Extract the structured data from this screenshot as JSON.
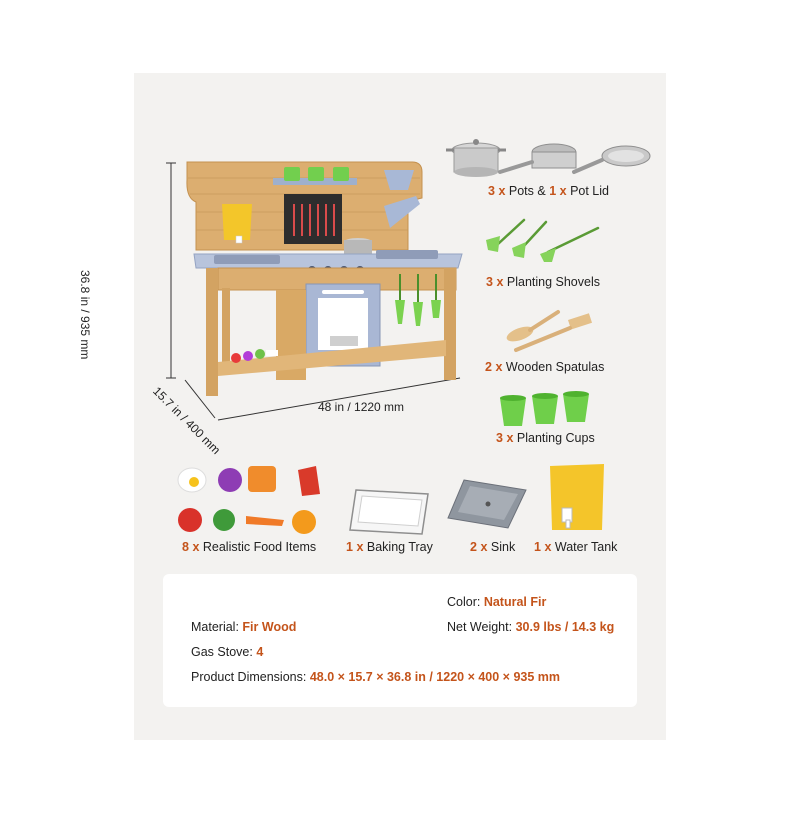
{
  "dimensions": {
    "height": "36.8 in / 935 mm",
    "width": "48 in / 1220 mm",
    "depth": "15.7 in / 400 mm"
  },
  "accessories": [
    {
      "qty": "3",
      "sep": "x",
      "name": "Pots &",
      "qty2": "1",
      "sep2": "x",
      "name2": "Pot Lid"
    },
    {
      "qty": "3",
      "sep": "x",
      "name": "Planting Shovels"
    },
    {
      "qty": "2",
      "sep": "x",
      "name": "Wooden Spatulas"
    },
    {
      "qty": "3",
      "sep": "x",
      "name": "Planting Cups"
    },
    {
      "qty": "8",
      "sep": "x",
      "name": "Realistic Food Items"
    },
    {
      "qty": "1",
      "sep": "x",
      "name": "Baking Tray"
    },
    {
      "qty": "2",
      "sep": "x",
      "name": "Sink"
    },
    {
      "qty": "1",
      "sep": "x",
      "name": "Water Tank"
    }
  ],
  "specs": {
    "color": {
      "label": "Color:",
      "value": "Natural Fir"
    },
    "material": {
      "label": "Material:",
      "value": "Fir Wood"
    },
    "weight": {
      "label": "Net Weight:",
      "value": "30.9 lbs / 14.3 kg"
    },
    "stove": {
      "label": "Gas Stove:",
      "value": "4"
    },
    "dims": {
      "label": "Product Dimensions:",
      "value": "48.0 × 15.7 × 36.8 in / 1220 × 400 × 935 mm"
    }
  },
  "colors": {
    "accent": "#c4541b",
    "wood": "#d9ab6c",
    "counter": "#b8c4dc",
    "green": "#6fcf4a",
    "yellow": "#f4c52a"
  }
}
